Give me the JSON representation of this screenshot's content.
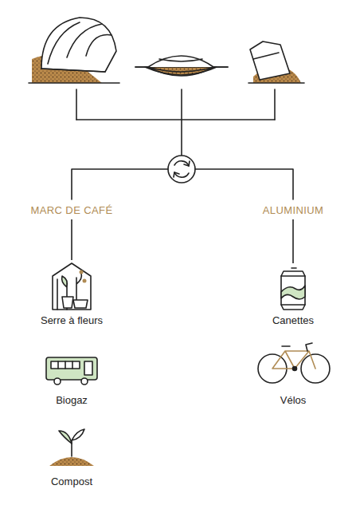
{
  "diagram": {
    "nodes": [
      {
        "text": [
          "MARC DE CAFÉ"
        ]
      },
      {
        "text": [
          "ALUMINIUM"
        ]
      },
      {
        "text": [
          "Serre à fleurs"
        ]
      },
      {
        "text": [
          "Canettes"
        ]
      },
      {
        "text": [
          "Biogaz"
        ]
      },
      {
        "text": [
          "Vélos"
        ]
      },
      {
        "text": [
          "Compost"
        ]
      }
    ],
    "edges": [
      {
        "from": 0,
        "to": 2,
        "arrow": "none"
      },
      {
        "from": 1,
        "to": 3,
        "arrow": "none"
      }
    ]
  }
}
